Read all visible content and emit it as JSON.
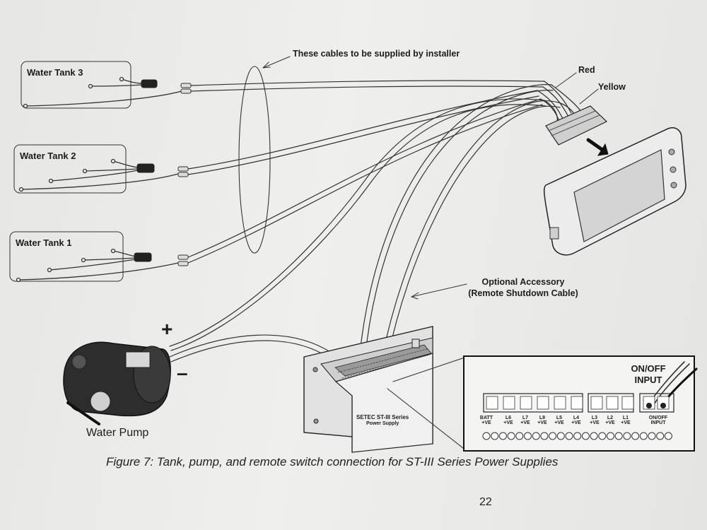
{
  "callouts": {
    "installer_cables": "These cables to be supplied by installer",
    "red": "Red",
    "yellow": "Yellow",
    "optional_line1": "Optional Accessory",
    "optional_line2": "(Remote Shutdown Cable)",
    "onoff_line1": "ON/OFF",
    "onoff_line2": "INPUT",
    "plus": "+",
    "minus": "–"
  },
  "tanks": [
    "Water Tank 3",
    "Water Tank 2",
    "Water Tank 1"
  ],
  "pump_label": "Water Pump",
  "power_supply_label": [
    "SETEC ST-III Series",
    "Power Supply"
  ],
  "terminals": [
    {
      "top": "BATT",
      "bottom": "+VE"
    },
    {
      "top": "L6",
      "bottom": "+VE"
    },
    {
      "top": "L7",
      "bottom": "+VE"
    },
    {
      "top": "L8",
      "bottom": "+VE"
    },
    {
      "top": "L5",
      "bottom": "+VE"
    },
    {
      "top": "L4",
      "bottom": "+VE"
    },
    {
      "top": "L3",
      "bottom": "+VE"
    },
    {
      "top": "L2",
      "bottom": "+VE"
    },
    {
      "top": "L1",
      "bottom": "+VE"
    },
    {
      "top": "ON/OFF",
      "bottom": "INPUT"
    }
  ],
  "caption": "Figure 7: Tank, pump, and remote switch connection for ST-III Series Power Supplies",
  "page_number": "22"
}
